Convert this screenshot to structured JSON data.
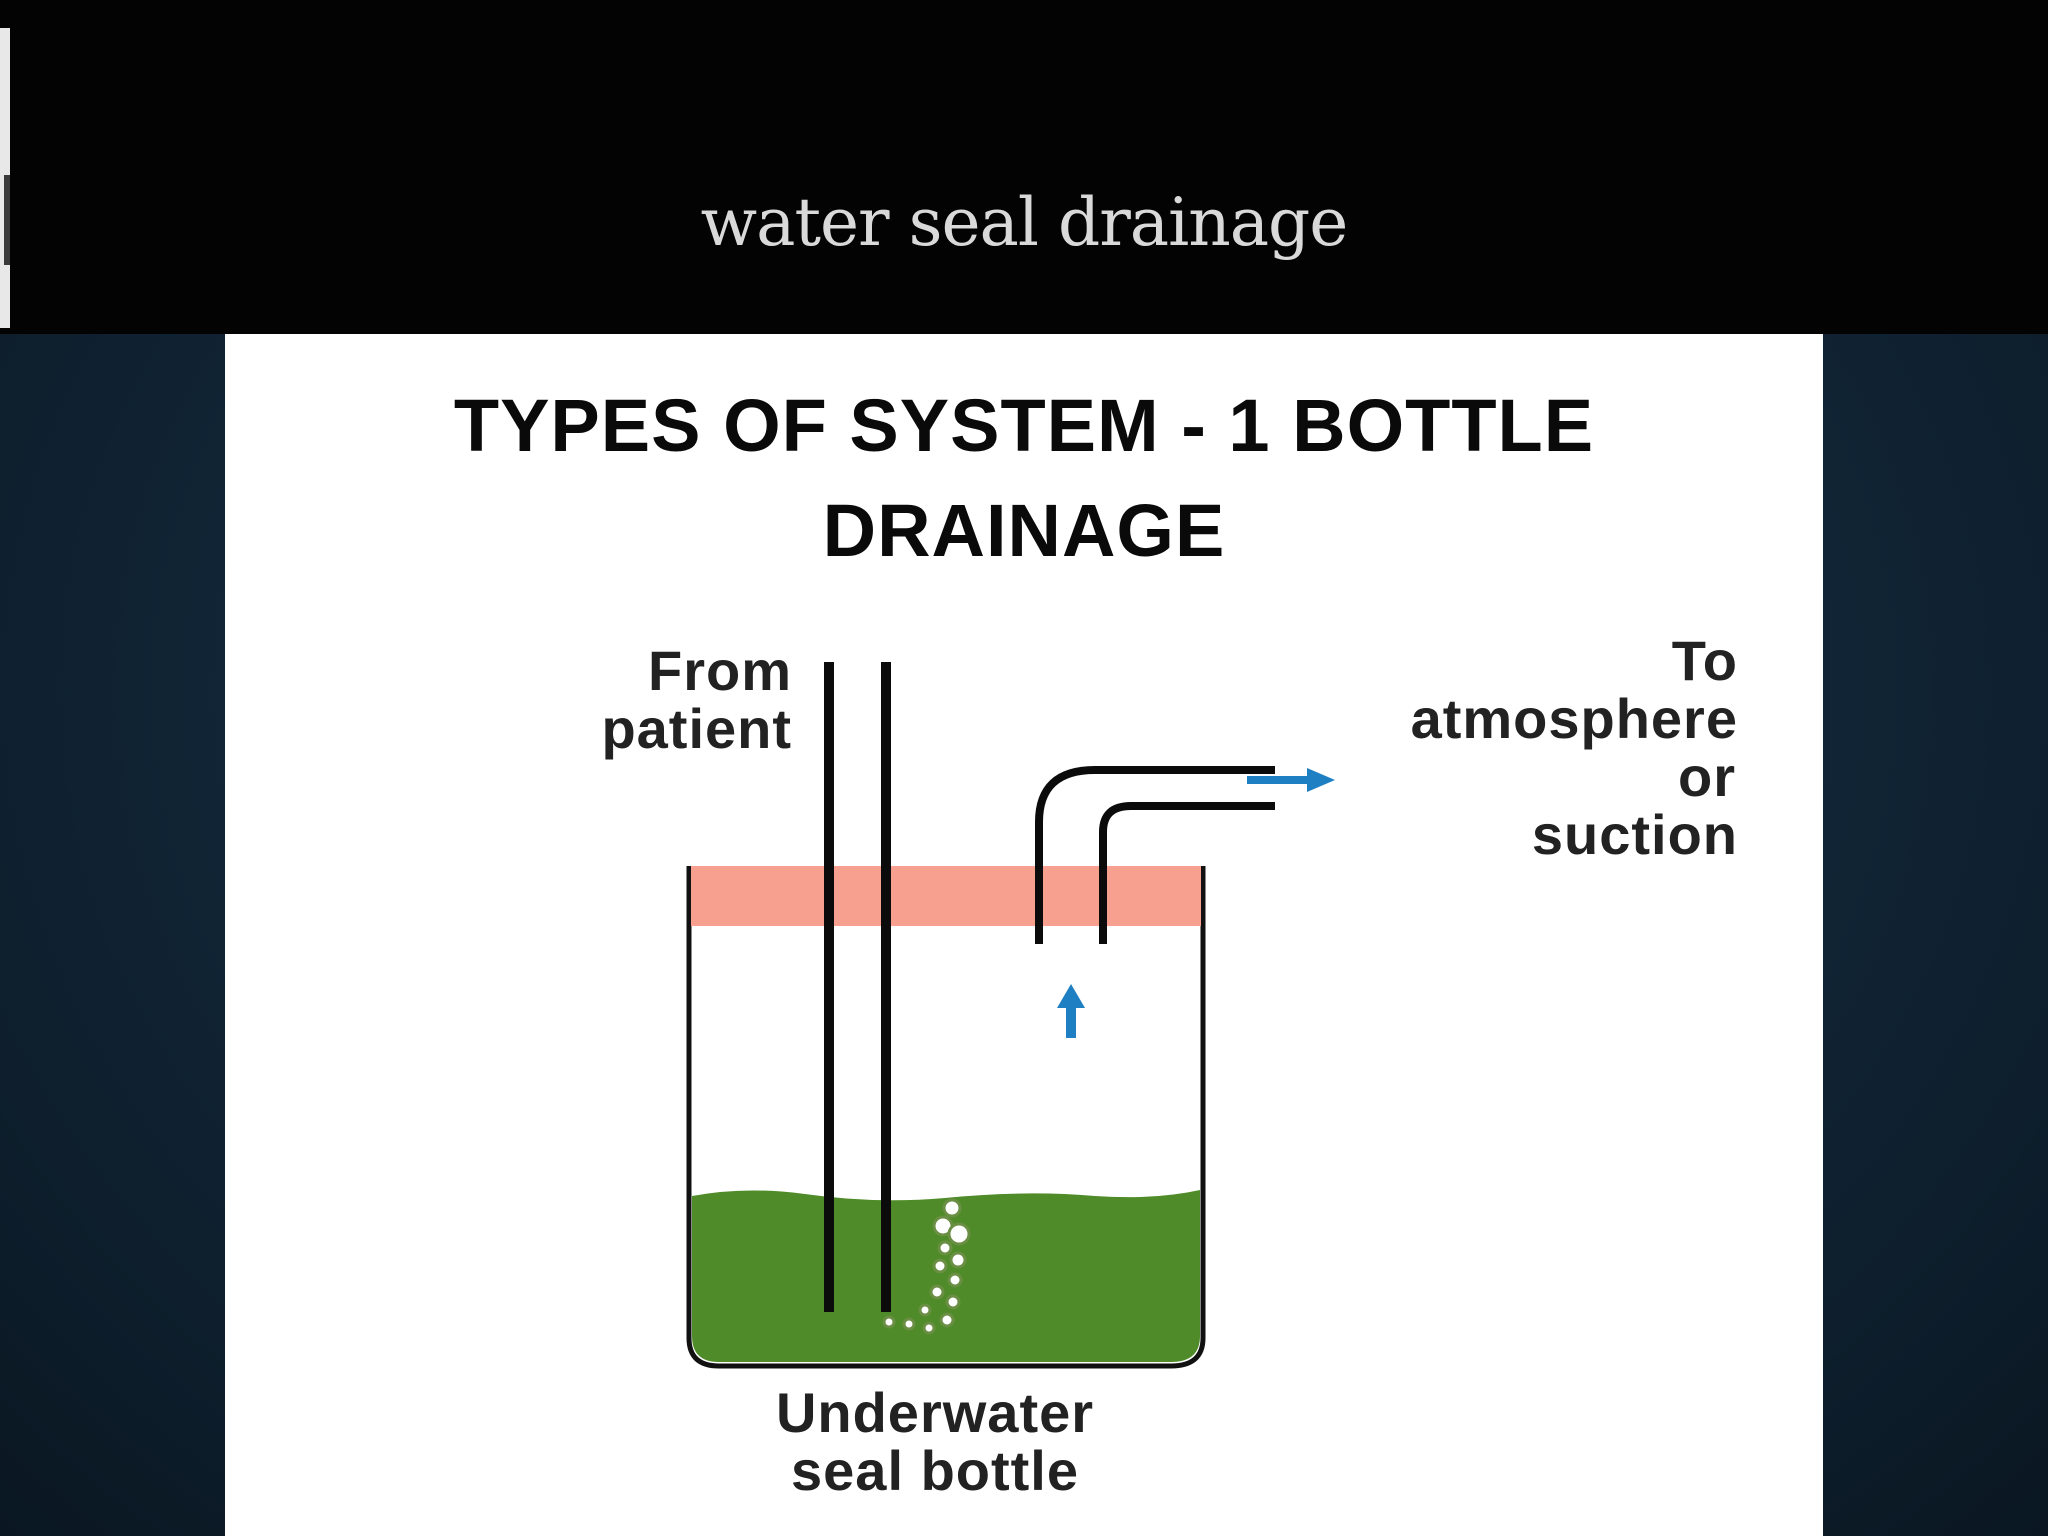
{
  "slide": {
    "heading": "water seal drainage"
  },
  "diagram": {
    "title_line1": "TYPES OF SYSTEM - 1 BOTTLE",
    "title_line2": "DRAINAGE",
    "labels": {
      "from_patient": [
        "From",
        "patient"
      ],
      "to_atmosphere": [
        "To",
        "atmosphere",
        "or",
        "suction"
      ],
      "bottle": [
        "Underwater",
        "seal bottle"
      ]
    },
    "colors": {
      "stopper": "#f8a08f",
      "water": "#4f8b28",
      "tube": "#0b0b0b",
      "arrow": "#1e7fc3"
    }
  }
}
